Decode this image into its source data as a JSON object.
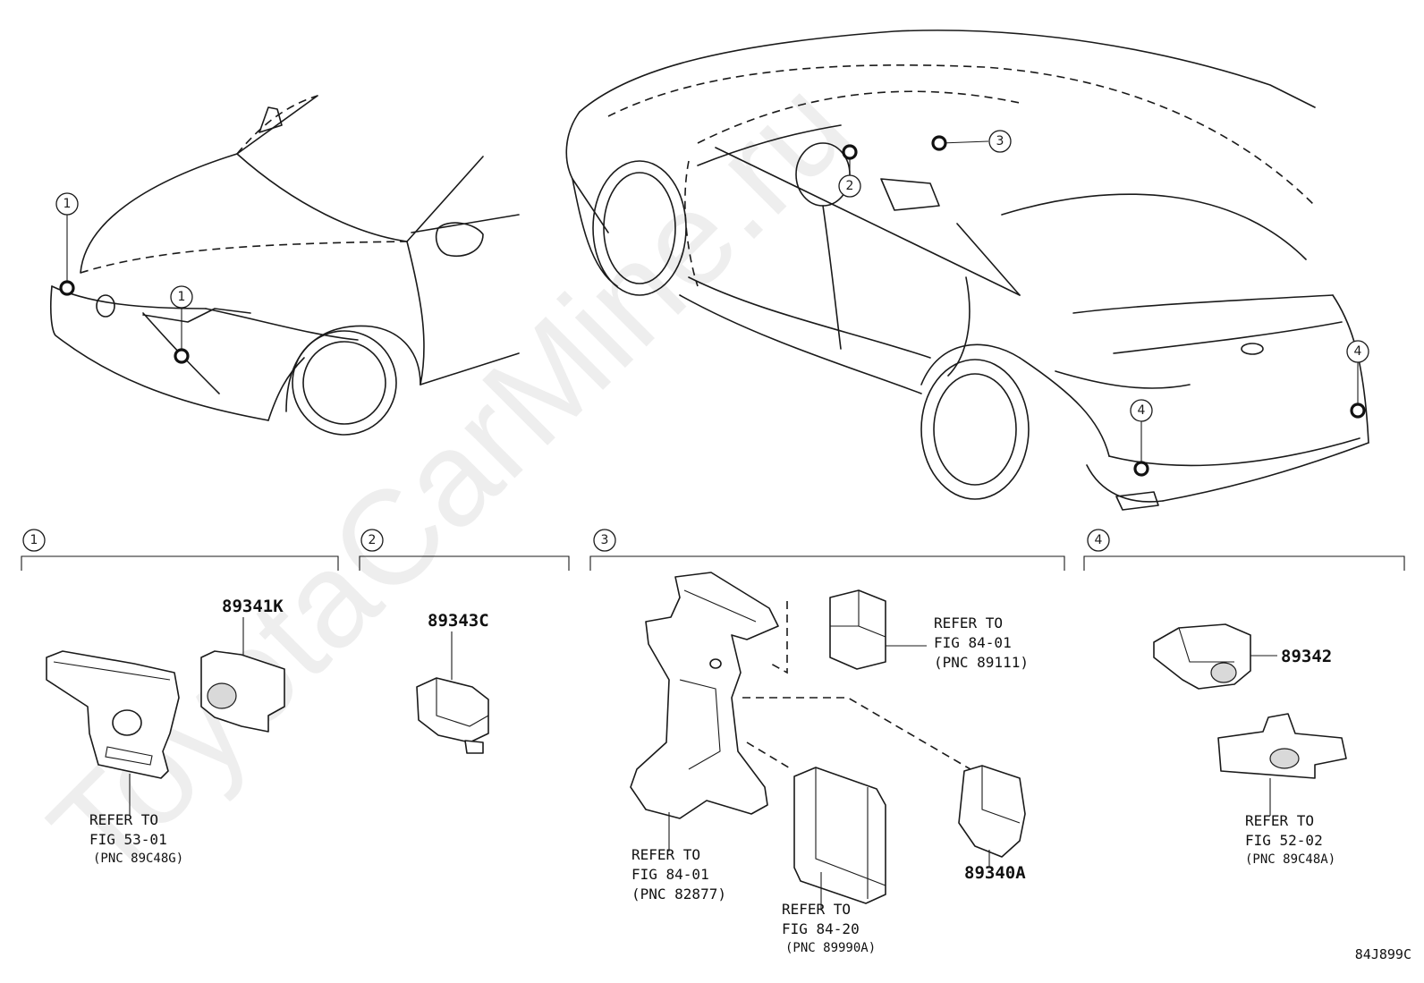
{
  "watermark": "ToyotaCarMine.ru",
  "drawing_code": "84J899C",
  "callouts": {
    "c1a": "1",
    "c1b": "1",
    "c2": "2",
    "c3": "3",
    "c4a": "4",
    "c4b": "4"
  },
  "groups": {
    "g1": "1",
    "g2": "2",
    "g3": "3",
    "g4": "4"
  },
  "parts": {
    "p89341K": "89341K",
    "p89343C": "89343C",
    "p89340A": "89340A",
    "p89342": "89342"
  },
  "refs": {
    "r1": {
      "l1": "REFER TO",
      "l2": "FIG 53-01",
      "l3": "(PNC 89C48G)"
    },
    "r2": {
      "l1": "REFER TO",
      "l2": "FIG 84-01",
      "l3": "(PNC 82877)"
    },
    "r3": {
      "l1": "REFER TO",
      "l2": "FIG 84-20",
      "l3": "(PNC 89990A)"
    },
    "r4": {
      "l1": "REFER TO",
      "l2": "FIG 84-01",
      "l3": "(PNC 89111)"
    },
    "r5": {
      "l1": "REFER TO",
      "l2": "FIG 52-02",
      "l3": "(PNC 89C48A)"
    }
  }
}
